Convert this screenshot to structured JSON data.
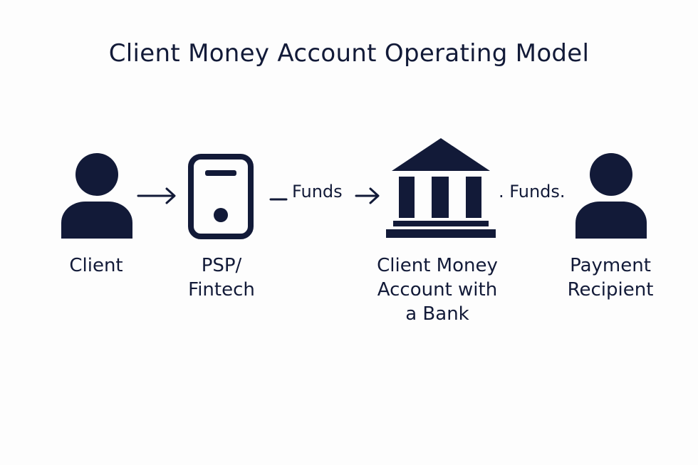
{
  "title": "Client Money Account Operating Model",
  "colors": {
    "ink": "#121a38",
    "background": "#fdfdfd"
  },
  "nodes": [
    {
      "id": "client",
      "icon": "person-icon",
      "lines": [
        "Client"
      ]
    },
    {
      "id": "psp",
      "icon": "device-icon",
      "lines": [
        "PSP/",
        "Fintech"
      ]
    },
    {
      "id": "bank",
      "icon": "bank-icon",
      "lines": [
        "Client Money",
        "Account with",
        "a Bank"
      ]
    },
    {
      "id": "recipient",
      "icon": "person-icon",
      "lines": [
        "Payment",
        "Recipient"
      ]
    }
  ],
  "edges": [
    {
      "from": "client",
      "to": "psp",
      "label": ""
    },
    {
      "from": "psp",
      "to": "bank",
      "label": "Funds"
    },
    {
      "from": "bank",
      "to": "recipient",
      "label": ". Funds."
    }
  ]
}
